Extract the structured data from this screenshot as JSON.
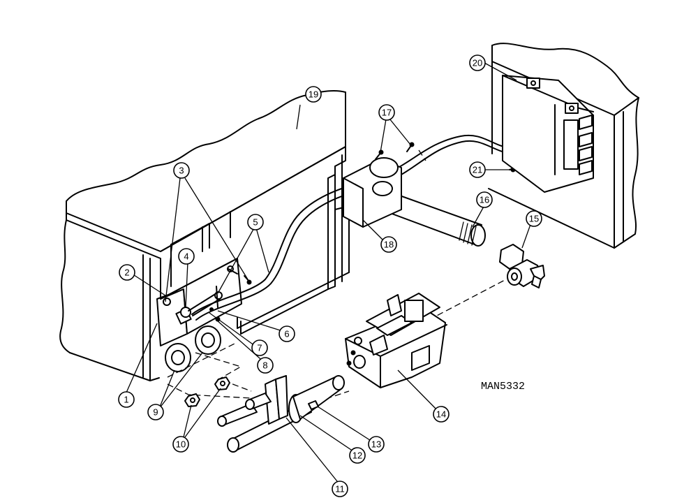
{
  "drawing_ref": "MAN5332",
  "callouts": {
    "c1": "1",
    "c2": "2",
    "c3": "3",
    "c4": "4",
    "c5": "5",
    "c6": "6",
    "c7": "7",
    "c8": "8",
    "c9": "9",
    "c10": "10",
    "c11": "11",
    "c12": "12",
    "c13": "13",
    "c14": "14",
    "c15": "15",
    "c16": "16",
    "c17": "17",
    "c18": "18",
    "c19": "19",
    "c20": "20",
    "c21": "21"
  }
}
